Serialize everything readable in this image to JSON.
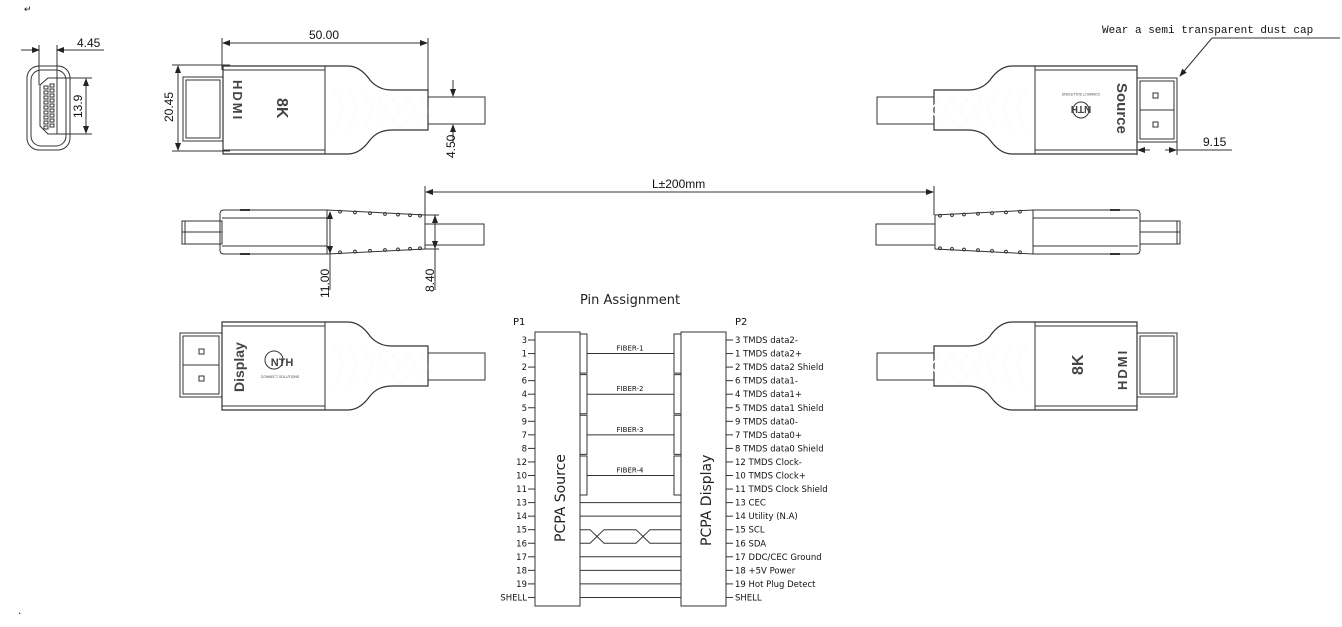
{
  "drawing": {
    "corner_mark": "↵",
    "bottom_mark": ".",
    "front_view": {
      "width_dim": "4.45",
      "height_dim": "13.9"
    },
    "top_left_plug": {
      "length_dim": "50.00",
      "height_dim": "20.45",
      "cable_dim": "4.50",
      "brand_text": "HDMI",
      "label": "8K"
    },
    "top_right_plug": {
      "note": "Wear a semi transparent dust cap",
      "cap_dim": "9.15",
      "label": "Source",
      "logo_text": "NTH",
      "logo_subtext": "CONNECT SOLUTIONS"
    },
    "side_view": {
      "cable_length": "L±200mm",
      "boot_dim": "11.00",
      "cable_dim": "8.40"
    },
    "bottom_left_plug": {
      "label": "Display",
      "logo_text": "NTH",
      "logo_subtext": "CONNECT SOLUTIONS"
    },
    "bottom_right_plug": {
      "brand_text": "HDMI",
      "label": "8K"
    }
  },
  "pin_assignment": {
    "title": "Pin Assignment",
    "p1_label": "P1",
    "p2_label": "P2",
    "source_box": "PCPA Source",
    "display_box": "PCPA Display",
    "fibers": [
      "FIBER-1",
      "FIBER-2",
      "FIBER-3",
      "FIBER-4"
    ],
    "p1_pins": [
      "3",
      "1",
      "2",
      "6",
      "4",
      "5",
      "9",
      "7",
      "8",
      "12",
      "10",
      "11",
      "13",
      "14",
      "15",
      "16",
      "17",
      "18",
      "19",
      "SHELL"
    ],
    "p2_pins": [
      {
        "pin": "3",
        "signal": "TMDS data2-"
      },
      {
        "pin": "1",
        "signal": "TMDS data2+"
      },
      {
        "pin": "2",
        "signal": "TMDS data2 Shield"
      },
      {
        "pin": "6",
        "signal": "TMDS data1-"
      },
      {
        "pin": "4",
        "signal": "TMDS data1+"
      },
      {
        "pin": "5",
        "signal": "TMDS data1 Shield"
      },
      {
        "pin": "9",
        "signal": "TMDS data0-"
      },
      {
        "pin": "7",
        "signal": "TMDS data0+"
      },
      {
        "pin": "8",
        "signal": "TMDS data0 Shield"
      },
      {
        "pin": "12",
        "signal": "TMDS Clock-"
      },
      {
        "pin": "10",
        "signal": "TMDS Clock+"
      },
      {
        "pin": "11",
        "signal": "TMDS Clock Shield"
      },
      {
        "pin": "13",
        "signal": "CEC"
      },
      {
        "pin": "14",
        "signal": "Utility (N.A)"
      },
      {
        "pin": "15",
        "signal": "SCL"
      },
      {
        "pin": "16",
        "signal": "SDA"
      },
      {
        "pin": "17",
        "signal": "DDC/CEC Ground"
      },
      {
        "pin": "18",
        "signal": "+5V Power"
      },
      {
        "pin": "19",
        "signal": "Hot Plug Detect"
      },
      {
        "pin": "SHELL",
        "signal": ""
      }
    ]
  }
}
